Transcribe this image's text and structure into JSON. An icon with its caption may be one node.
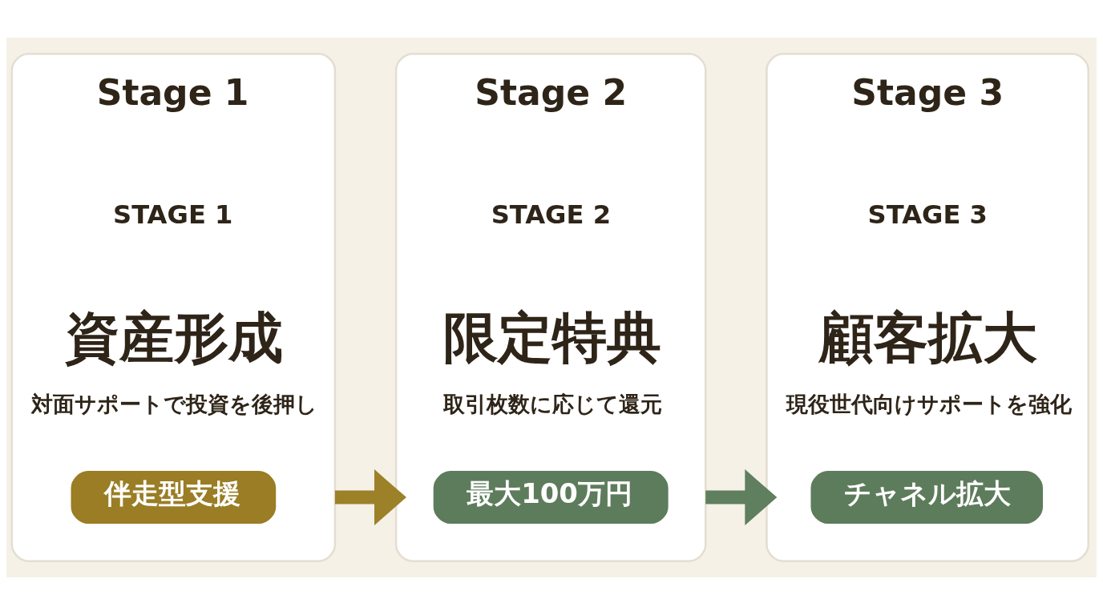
{
  "diagram": {
    "nodes": [
      {
        "text": [
          "Stage 1",
          "STAGE 1",
          "資産形成",
          "対面サポートで投資を後押し"
        ]
      },
      {
        "text": [
          "伴走型支援"
        ],
        "in": 0
      },
      {
        "text": [
          "Stage 2",
          "STAGE 2",
          "限定特典",
          "取引枚数に応じて還元"
        ]
      },
      {
        "text": [
          "最大100万円"
        ],
        "in": 2
      },
      {
        "text": [
          "Stage 3",
          "STAGE 3",
          "顧客拡大",
          "現役世代向けサポートを強化"
        ]
      },
      {
        "text": [
          "チャネル拡大"
        ],
        "in": 4
      }
    ],
    "edges": [
      {
        "from": 0,
        "to": 2,
        "arrow": "to",
        "color": "#9c8128"
      },
      {
        "from": 2,
        "to": 4,
        "arrow": "to",
        "color": "#5f7f5f"
      }
    ]
  }
}
